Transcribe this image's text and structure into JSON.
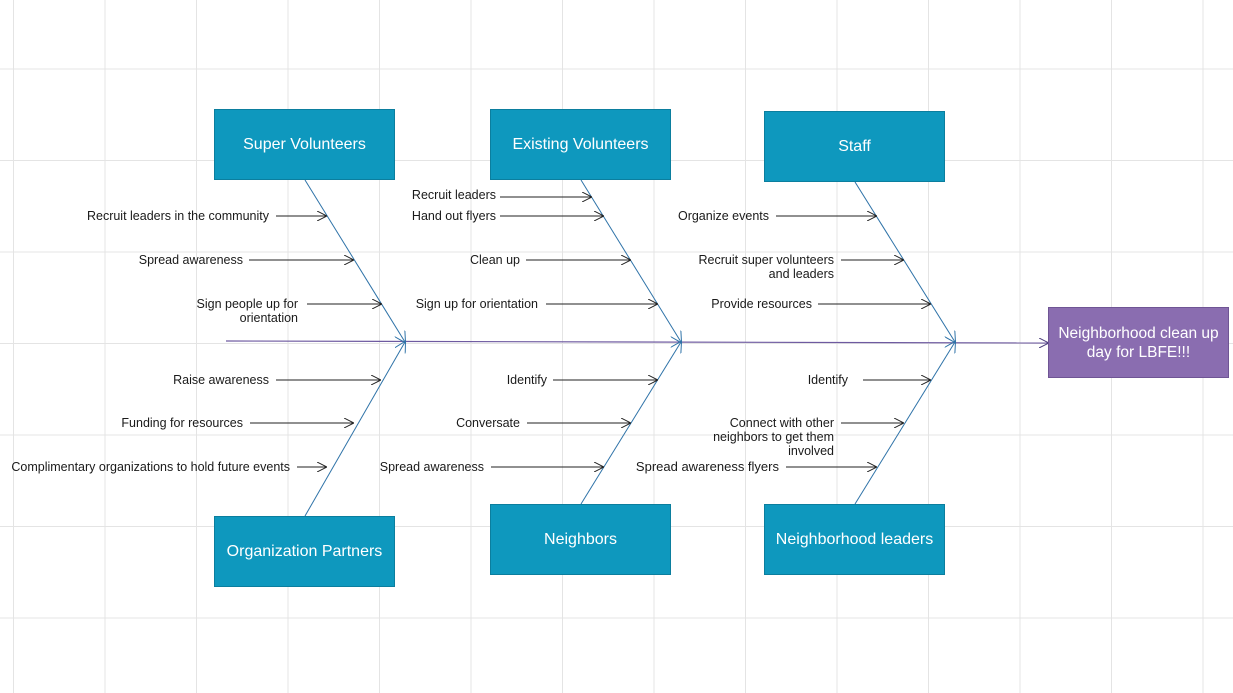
{
  "effect": "Neighborhood clean up day for LBFE!!!",
  "categories": {
    "super_volunteers": {
      "title": "Super Volunteers",
      "causes": [
        "Recruit leaders in the community",
        "Spread awareness",
        "Sign people up for orientation"
      ]
    },
    "existing_volunteers": {
      "title": "Existing Volunteers",
      "causes": [
        "Recruit leaders",
        "Hand out flyers",
        "Clean up",
        "Sign up for orientation"
      ]
    },
    "staff": {
      "title": "Staff",
      "causes": [
        "Organize events",
        "Recruit super volunteers and leaders",
        "Provide resources"
      ]
    },
    "organization_partners": {
      "title": "Organization Partners",
      "causes": [
        "Raise awareness",
        "Funding for resources",
        "Complimentary organizations to hold future events"
      ]
    },
    "neighbors": {
      "title": "Neighbors",
      "causes": [
        "Identify",
        "Conversate",
        "Spread awareness"
      ]
    },
    "neighborhood_leaders": {
      "title": "Neighborhood leaders",
      "causes": [
        "Identify",
        "Connect with other neighbors to get them involved",
        "Spread awareness flyers"
      ]
    }
  }
}
